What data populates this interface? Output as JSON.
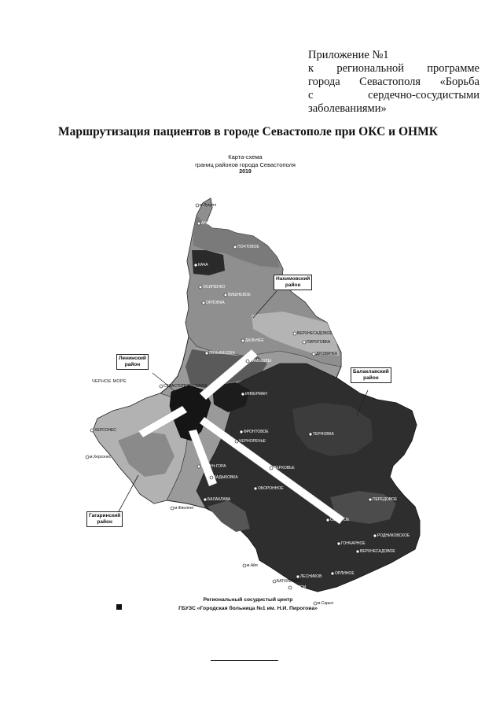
{
  "appendix": {
    "line1": "Приложение №1",
    "line2_words": [
      "к",
      "региональной",
      "программе"
    ],
    "line3_words": [
      "города",
      "Севастополя",
      "«Борьба"
    ],
    "line4_words": [
      "с",
      "сердечно-сосудистыми"
    ],
    "line5": "заболеваниями»"
  },
  "title": "Маршрутизация пациентов в городе Севастополе при ОКС и ОНМК",
  "map": {
    "heading_line1": "Карта-схема",
    "heading_line2": "границ районов города Севастополя",
    "year": "2019",
    "sea_label": "ЧЕРНОЕ МОРЕ",
    "districts": {
      "nakhimovsky": [
        "Нахимовский",
        "район"
      ],
      "leninsky": [
        "Ленинский",
        "район"
      ],
      "balaklavsky": [
        "Балаклавский",
        "район"
      ],
      "gagarinsky": [
        "Гагаринский",
        "район"
      ]
    },
    "places": [
      "м.Лукулл",
      "АНДРЕЕВКА",
      "ПОЧТОВОЕ",
      "КАЧА",
      "ОСИПЕНКО",
      "ВИШНЕВОЕ",
      "ОРЛОВКА",
      "ВЕРХНЕСАДОВОЕ",
      "ДАЛЬНЕЕ",
      "ЛЮБИМОВКА",
      "ПИРОГОВКА",
      "КАМЫШЛЫ",
      "ДРОВЯНКА",
      "СЕВАСТОПОЛЬСКАЯ Б.",
      "ИНКЕРМАН",
      "ХЕРСОНЕС",
      "ФРОНТОВОЕ",
      "ЧЕРНОРЕЧЬЕ",
      "ТЕРНОВКА",
      "САПУН-ГОРА",
      "ВЕРХОВЬЕ",
      "ОБОРОННОЕ",
      "БАЛАКЛАВА",
      "КАДЫКОВКА",
      "ОЗЁРНОЕ",
      "ПЕРЕДОВОЕ",
      "РОДНИКОВСКОЕ",
      "ГОНЧАРНОЕ",
      "ВЕРХНЕСАДОВОЕ",
      "ОРЛИНОЕ",
      "ЛЕСНИКОВ",
      "БАТИЛИМАН",
      "ЛАСПИ",
      "м.Фиолент",
      "м.Айя",
      "м.Сарыч",
      "м.Херсонес"
    ],
    "colors": {
      "dark": "#1a1a1a",
      "mid": "#6a6a6a",
      "light": "#a8a8a8",
      "hospital": "#111111"
    }
  },
  "legend": {
    "line1": "Региональный сосудистый центр",
    "line2": "ГБУЗС «Городская больница №1 им. Н.И. Пирогова»"
  }
}
